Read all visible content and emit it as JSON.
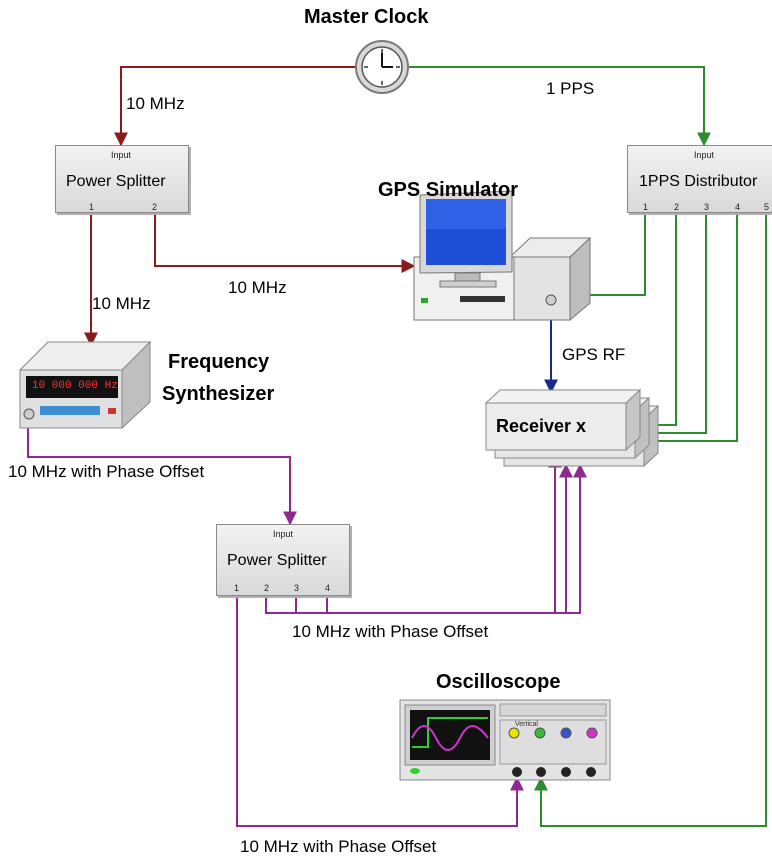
{
  "master_clock": {
    "title": "Master Clock"
  },
  "gps_simulator": {
    "title": "GPS Simulator"
  },
  "frequency_synthesizer": {
    "title_line1": "Frequency",
    "title_line2": "Synthesizer",
    "display": "10 000 000 Hz"
  },
  "oscilloscope": {
    "title": "Oscilloscope",
    "panel_label": "Vertical"
  },
  "power_splitter_1": {
    "name": "Power Splitter",
    "input": "Input",
    "ports": [
      "1",
      "2"
    ]
  },
  "pps_distributor": {
    "name": "1PPS Distributor",
    "input": "Input",
    "ports": [
      "1",
      "2",
      "3",
      "4",
      "5"
    ]
  },
  "power_splitter_2": {
    "name": "Power Splitter",
    "input": "Input",
    "ports": [
      "1",
      "2",
      "3",
      "4"
    ]
  },
  "receiver": {
    "name": "Receiver x"
  },
  "labels": {
    "clock_to_splitter": "10 MHz",
    "clock_to_pps": "1 PPS",
    "splitter_to_simulator": "10 MHz",
    "splitter_to_synth": "10 MHz",
    "gps_rf": "GPS RF",
    "synth_out": "10 MHz with Phase Offset",
    "splitter2_to_receivers": "10 MHz with Phase Offset",
    "splitter2_to_scope": "10 MHz with Phase Offset"
  },
  "colors": {
    "ten_mhz": "#8b1a1a",
    "pps": "#2e8b2e",
    "phase_offset": "#8e2a8e",
    "gps_rf": "#1a2a8b"
  }
}
